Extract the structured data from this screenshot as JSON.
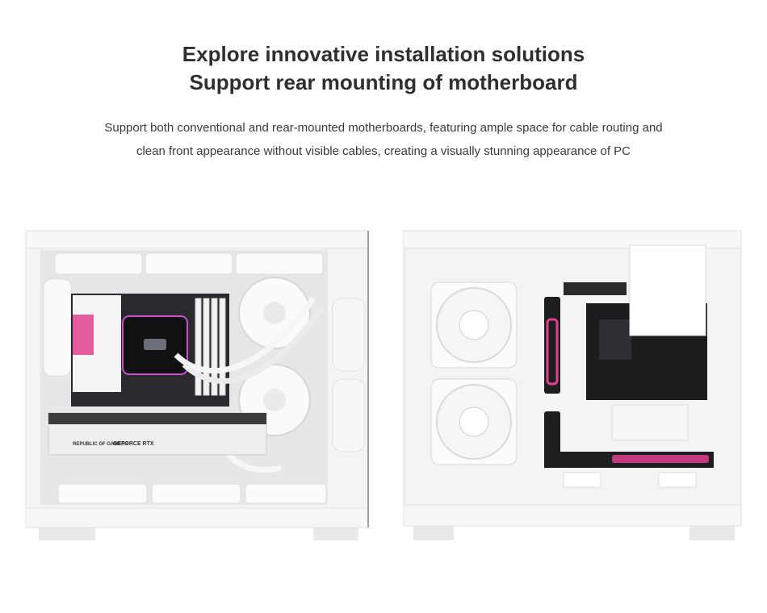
{
  "heading": {
    "line1": "Explore innovative installation solutions",
    "line2": "Support rear mounting of motherboard"
  },
  "description": {
    "line1": "Support both conventional and rear-mounted motherboards, featuring ample space for cable routing and",
    "line2": "clean front appearance without visible cables, creating a visually stunning appearance of PC"
  },
  "front_photo": {
    "gpu_brand": "REPUBLIC OF GAMERS",
    "gpu_model": "GEFORCE RTX"
  },
  "colors": {
    "case_white": "#f3f4f5",
    "panel_shadow": "#d9dbdd",
    "board_black": "#1c1c1e",
    "accent_pink": "#e0408f",
    "heading_text": "#2f2f2f"
  }
}
